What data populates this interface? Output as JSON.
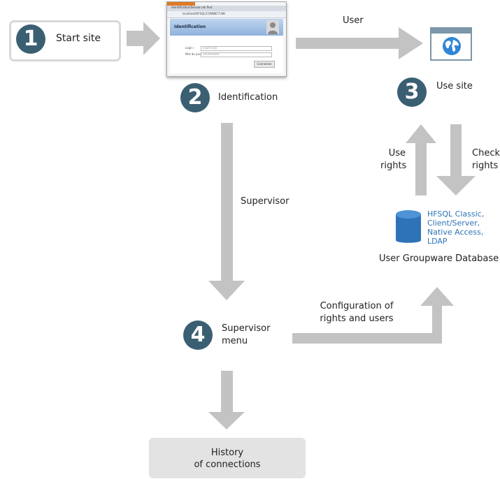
{
  "steps": {
    "step1": {
      "number": "1",
      "label": "Start site"
    },
    "step2": {
      "number": "2",
      "label": "Identification"
    },
    "step3": {
      "number": "3",
      "label": "Use site"
    },
    "step4": {
      "number": "4",
      "label_line1": "Supervisor",
      "label_line2": "menu"
    }
  },
  "arrow_labels": {
    "user": "User",
    "supervisor": "Supervisor",
    "use_rights_line1": "Use",
    "use_rights_line2": "rights",
    "check_rights_line1": "Check",
    "check_rights_line2": "rights",
    "config_line1": "Configuration of",
    "config_line2": "rights and users"
  },
  "database": {
    "title": "User Groupware Database",
    "types": [
      "HFSQL Classic,",
      "Client/Server,",
      "Native Access,",
      "LDAP"
    ]
  },
  "history": {
    "line1": "History",
    "line2": "of connections"
  },
  "login_screenshot": {
    "tab_title": "Identification/Session de Test",
    "address": "localhost/HFSQL/CONNECT.AW",
    "window_title": "Identification",
    "login_label": "Login :",
    "login_value": "supervisor",
    "password_label": "Mot de passe :",
    "password_value": "••••••••••",
    "button_label": "Connexion"
  },
  "colors": {
    "arrow": "#c3c3c3",
    "circle": "#3b5f72",
    "db_blue": "#2e73b8",
    "history_bg": "#e3e3e3"
  },
  "icons": {
    "globe": "globe-icon",
    "database": "database-icon",
    "avatar": "user-avatar-icon"
  }
}
